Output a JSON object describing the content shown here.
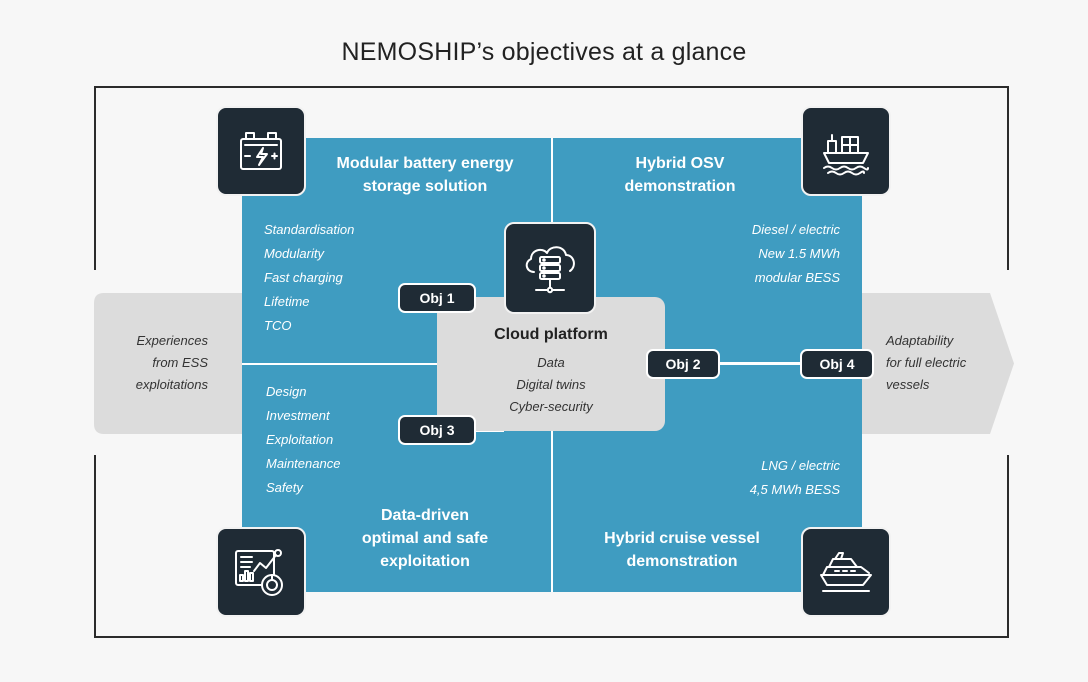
{
  "title": "NEMOSHIP’s objectives at a glance",
  "side_left": [
    "Experiences",
    "from ESS",
    "exploitations"
  ],
  "side_right": [
    "Adaptability",
    "for full electric",
    "vessels"
  ],
  "quadrants": {
    "top_left": {
      "title": [
        "Modular battery energy",
        "storage solution"
      ],
      "items": [
        "Standardisation",
        "Modularity",
        "Fast charging",
        "Lifetime",
        "TCO"
      ],
      "icon": "battery-icon"
    },
    "top_right": {
      "title": [
        "Hybrid OSV",
        "demonstration"
      ],
      "items": [
        "Diesel / electric",
        "New 1.5 MWh",
        "modular BESS"
      ],
      "icon": "cargo-ship-icon"
    },
    "bottom_left": {
      "title": [
        "Data-driven",
        "optimal and safe",
        "exploitation"
      ],
      "items": [
        "Design",
        "Investment",
        "Exploitation",
        "Maintenance",
        "Safety"
      ],
      "icon": "analytics-dashboard-icon"
    },
    "bottom_right": {
      "title": [
        "Hybrid cruise vessel",
        "demonstration"
      ],
      "items": [
        "LNG / electric",
        "4,5 MWh BESS"
      ],
      "icon": "cruise-ship-icon"
    }
  },
  "center": {
    "title": "Cloud platform",
    "items": [
      "Data",
      "Digital twins",
      "Cyber-security"
    ],
    "icon": "cloud-server-icon"
  },
  "objectives": [
    "Obj 1",
    "Obj 2",
    "Obj 3",
    "Obj 4"
  ],
  "colors": {
    "quadrant": "#3f9cc1",
    "dark": "#1f2b35",
    "band": "#dcdcdc",
    "frame": "#2b2b2b"
  }
}
